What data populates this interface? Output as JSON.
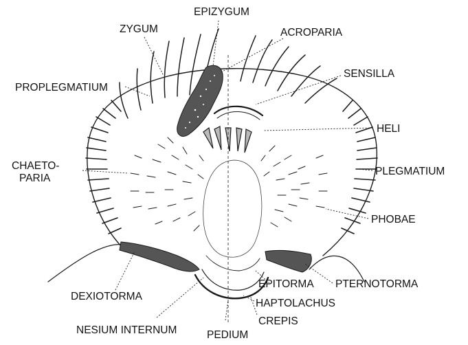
{
  "diagram": {
    "labels": {
      "zygum": "ZYGUM",
      "epizygum": "EPIZYGUM",
      "acroparia": "ACROPARIA",
      "sensilla": "SENSILLA",
      "proplegmatium": "PROPLEGMATIUM",
      "heli": "HELI",
      "chaetoparia_line1": "CHAETO-",
      "chaetoparia_line2": "PARIA",
      "plegmatium": "PLEGMATIUM",
      "phobae": "PHOBAE",
      "dexiotorma": "DEXIOTORMA",
      "epitorma": "EPITORMA",
      "pternotorma": "PTERNOTORMA",
      "haptolachus": "HAPTOLACHUS",
      "nesium_internum": "NESIUM INTERNUM",
      "pedium": "PEDIUM",
      "crepis": "CREPIS"
    },
    "colors": {
      "ink": "#1a1a1a",
      "sclerite_fill": "#555555",
      "background": "#ffffff"
    }
  }
}
